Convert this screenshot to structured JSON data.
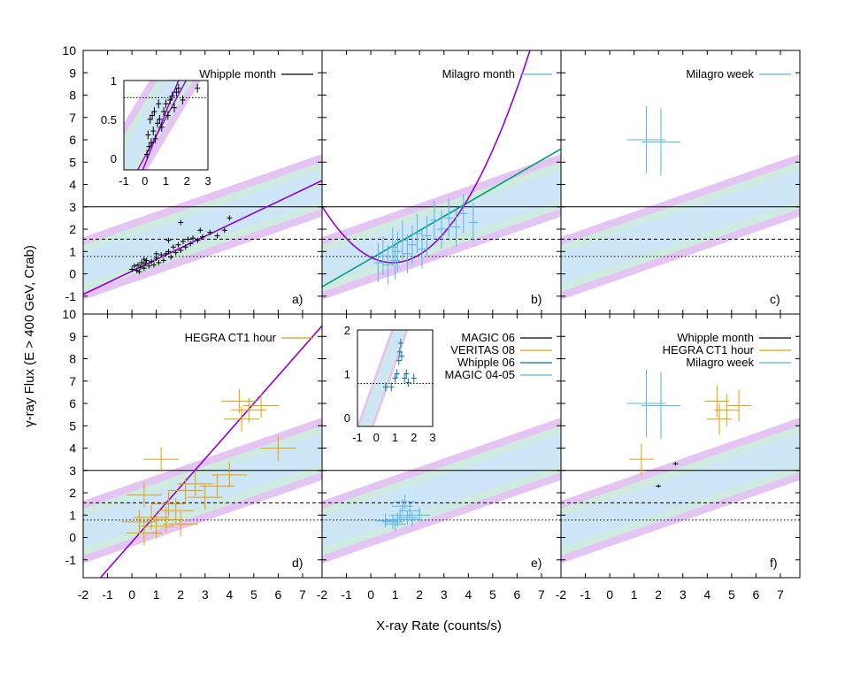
{
  "figure": {
    "ylabel": "γ-ray Flux (E > 400 GeV, Crab)",
    "xlabel": "X-ray Rate (counts/s)",
    "x_ticks": [
      "-2",
      "-1",
      "0",
      "1",
      "2",
      "3",
      "4",
      "5",
      "6",
      "7"
    ],
    "y_ticks_top": [
      "-1",
      "0",
      "1",
      "2",
      "3",
      "4",
      "5",
      "6",
      "7",
      "8",
      "9",
      "10"
    ],
    "y_ticks_bottom": [
      "-1",
      "0",
      "1",
      "2",
      "3",
      "4",
      "5",
      "6",
      "7",
      "8",
      "9",
      "10"
    ],
    "inset_a": {
      "x_ticks": [
        "-1",
        "0",
        "1",
        "2",
        "3"
      ],
      "y_ticks": [
        "0",
        "0.5",
        "1"
      ]
    },
    "inset_e": {
      "x_ticks": [
        "-1",
        "0",
        "1",
        "2",
        "3"
      ],
      "y_ticks": [
        "0",
        "1",
        "2"
      ]
    }
  },
  "colors": {
    "purple": "#9400d3",
    "green": "#009e73",
    "cyan": "#56b4e9",
    "orange": "#e69f00",
    "band_outer": "#e4c4f2",
    "band_mid": "#cfeadf",
    "band_inner": "#cde6f7"
  },
  "chart_data": [
    {
      "panel": "a)",
      "type": "scatter",
      "xlim": [
        -2,
        7.8
      ],
      "ylim": [
        -1.8,
        10
      ],
      "hlines": [
        3.0,
        1.55,
        0.78
      ],
      "legend": [
        {
          "label": "Whipple month",
          "color": "#000000"
        }
      ],
      "fit_line": {
        "type": "linear",
        "slope": 0.52,
        "intercept": 0.12,
        "color": "#9400d3"
      },
      "points": [
        [
          0,
          0.2
        ],
        [
          0.1,
          0.35
        ],
        [
          0.2,
          0.15
        ],
        [
          0.25,
          0.4
        ],
        [
          0.35,
          0.3
        ],
        [
          0.4,
          0.5
        ],
        [
          0.5,
          0.25
        ],
        [
          0.55,
          0.45
        ],
        [
          0.6,
          0.6
        ],
        [
          0.7,
          0.35
        ],
        [
          0.8,
          0.55
        ],
        [
          0.9,
          0.4
        ],
        [
          1.0,
          0.7
        ],
        [
          1.1,
          0.5
        ],
        [
          1.2,
          0.85
        ],
        [
          1.3,
          0.6
        ],
        [
          1.4,
          0.9
        ],
        [
          1.5,
          1.0
        ],
        [
          1.6,
          0.75
        ],
        [
          1.7,
          1.2
        ],
        [
          1.8,
          0.95
        ],
        [
          1.9,
          1.3
        ],
        [
          2.0,
          1.05
        ],
        [
          2.1,
          1.45
        ],
        [
          2.2,
          1.2
        ],
        [
          2.3,
          1.55
        ],
        [
          2.4,
          1.35
        ],
        [
          2.5,
          1.6
        ],
        [
          2.7,
          1.5
        ],
        [
          2.9,
          1.65
        ],
        [
          3.2,
          1.85
        ],
        [
          3.5,
          1.7
        ],
        [
          3.8,
          1.95
        ],
        [
          4.0,
          2.5
        ],
        [
          2.0,
          2.3
        ],
        [
          1.5,
          1.5
        ],
        [
          0.5,
          0.65
        ],
        [
          0.3,
          0.1
        ],
        [
          1.0,
          0.9
        ],
        [
          2.8,
          1.95
        ]
      ],
      "inset": {
        "xlim": [
          -1,
          3
        ],
        "ylim": [
          -0.15,
          1
        ],
        "hline": 0.78,
        "fit_line": {
          "slope": 0.5,
          "intercept": 0.02
        },
        "points": [
          [
            0.1,
            0.05
          ],
          [
            0.2,
            0.15
          ],
          [
            0.3,
            0.2
          ],
          [
            0.4,
            0.35
          ],
          [
            0.5,
            0.25
          ],
          [
            0.6,
            0.45
          ],
          [
            0.7,
            0.5
          ],
          [
            0.8,
            0.4
          ],
          [
            0.9,
            0.6
          ],
          [
            1.0,
            0.7
          ],
          [
            1.1,
            0.55
          ],
          [
            1.2,
            0.75
          ],
          [
            1.3,
            0.8
          ],
          [
            1.4,
            0.65
          ],
          [
            1.5,
            0.85
          ],
          [
            1.6,
            0.9
          ],
          [
            0.25,
            0.5
          ],
          [
            0.45,
            0.6
          ],
          [
            0.65,
            0.7
          ],
          [
            1.8,
            0.75
          ],
          [
            2.5,
            0.9
          ],
          [
            0.15,
            0.3
          ],
          [
            0.35,
            0.55
          ]
        ]
      }
    },
    {
      "panel": "b)",
      "type": "scatter",
      "xlim": [
        -2,
        7.8
      ],
      "ylim": [
        -1.8,
        10
      ],
      "hlines": [
        3.0,
        1.55,
        0.78
      ],
      "legend": [
        {
          "label": "Milagro month",
          "color": "#56b4e9"
        }
      ],
      "fit_line": {
        "type": "linear",
        "slope": 0.63,
        "intercept": 0.68,
        "color": "#009e73"
      },
      "fit_curve": {
        "type": "quadratic",
        "a": 0.3,
        "vertex_x": 0.9,
        "vertex_y": 0.5,
        "color": "#9400d3"
      },
      "points": [
        [
          0.3,
          0.5
        ],
        [
          0.5,
          0.8
        ],
        [
          0.7,
          0.4
        ],
        [
          0.9,
          1.2
        ],
        [
          1.0,
          0.6
        ],
        [
          1.1,
          1.0
        ],
        [
          1.3,
          1.5
        ],
        [
          1.5,
          0.9
        ],
        [
          1.7,
          1.3
        ],
        [
          1.9,
          1.8
        ],
        [
          2.1,
          1.1
        ],
        [
          2.3,
          1.7
        ],
        [
          2.6,
          2.4
        ],
        [
          2.9,
          2.0
        ],
        [
          3.2,
          2.5
        ],
        [
          3.5,
          2.1
        ],
        [
          3.8,
          2.7
        ],
        [
          4.2,
          2.3
        ]
      ]
    },
    {
      "panel": "c)",
      "type": "scatter",
      "xlim": [
        -2,
        7.8
      ],
      "ylim": [
        -1.8,
        10
      ],
      "hlines": [
        3.0,
        1.55,
        0.78
      ],
      "legend": [
        {
          "label": "Milagro week",
          "color": "#56b4e9"
        }
      ],
      "points": [
        [
          1.5,
          6.0
        ],
        [
          2.1,
          5.9
        ]
      ]
    },
    {
      "panel": "d)",
      "type": "scatter",
      "xlim": [
        -2,
        7.8
      ],
      "ylim": [
        -1.8,
        10
      ],
      "hlines": [
        3.0,
        1.55,
        0.78
      ],
      "legend": [
        {
          "label": "HEGRA CT1 hour",
          "color": "#e69f00"
        }
      ],
      "fit_line": {
        "type": "linear",
        "slope": 1.24,
        "intercept": -0.2,
        "color": "#9400d3"
      },
      "points": [
        [
          0.5,
          1.9
        ],
        [
          1.2,
          3.5
        ],
        [
          4.4,
          6.1
        ],
        [
          4.5,
          5.3
        ],
        [
          4.8,
          5.7
        ],
        [
          5.3,
          5.9
        ],
        [
          6.0,
          4.0
        ],
        [
          4.0,
          2.8
        ],
        [
          3.5,
          2.3
        ],
        [
          2.2,
          2.1
        ],
        [
          1.5,
          1.5
        ],
        [
          0.8,
          0.9
        ],
        [
          1.0,
          0.5
        ],
        [
          0.5,
          0.2
        ],
        [
          1.4,
          0.8
        ],
        [
          2.0,
          0.6
        ],
        [
          3.0,
          1.8
        ],
        [
          2.6,
          2.4
        ],
        [
          0.3,
          0.7
        ],
        [
          1.8,
          1.2
        ]
      ]
    },
    {
      "panel": "e)",
      "type": "scatter",
      "xlim": [
        -2,
        7.8
      ],
      "ylim": [
        -1.8,
        10
      ],
      "hlines": [
        3.0,
        1.55,
        0.78
      ],
      "legend": [
        {
          "label": "MAGIC 06",
          "color": "#000000"
        },
        {
          "label": "VERITAS 08",
          "color": "#e69f00"
        },
        {
          "label": "Whipple 06",
          "color": "#0072b2"
        },
        {
          "label": "MAGIC 04-05",
          "color": "#56b4e9"
        }
      ],
      "points": [
        [
          1.0,
          0.6
        ],
        [
          1.1,
          0.8
        ],
        [
          1.2,
          1.0
        ],
        [
          1.3,
          1.4
        ],
        [
          1.4,
          1.6
        ],
        [
          0.9,
          0.7
        ],
        [
          1.5,
          0.9
        ],
        [
          1.7,
          0.8
        ],
        [
          2.0,
          1.0
        ],
        [
          0.6,
          0.75
        ],
        [
          1.6,
          1.2
        ]
      ],
      "inset": {
        "xlim": [
          -1,
          3
        ],
        "ylim": [
          -0.2,
          2
        ],
        "hline": 0.78,
        "points": [
          [
            0.8,
            0.7
          ],
          [
            1.0,
            0.9
          ],
          [
            1.1,
            1.0
          ],
          [
            1.2,
            1.3
          ],
          [
            1.25,
            1.5
          ],
          [
            1.3,
            1.7
          ],
          [
            1.35,
            1.4
          ],
          [
            1.5,
            0.9
          ],
          [
            1.7,
            0.8
          ],
          [
            2.0,
            0.9
          ],
          [
            0.5,
            0.7
          ],
          [
            1.6,
            1.0
          ]
        ]
      }
    },
    {
      "panel": "f)",
      "type": "scatter",
      "xlim": [
        -2,
        7.8
      ],
      "ylim": [
        -1.8,
        10
      ],
      "hlines": [
        3.0,
        1.55,
        0.78
      ],
      "legend": [
        {
          "label": "Whipple month",
          "color": "#000000"
        },
        {
          "label": "HEGRA CT1 hour",
          "color": "#e69f00"
        },
        {
          "label": "Milagro week",
          "color": "#56b4e9"
        }
      ],
      "points_whipple": [
        [
          2.7,
          3.3
        ],
        [
          2.0,
          2.3
        ]
      ],
      "points_hegra": [
        [
          1.3,
          3.5
        ],
        [
          4.4,
          6.1
        ],
        [
          4.5,
          5.3
        ],
        [
          4.8,
          5.7
        ],
        [
          5.3,
          5.9
        ]
      ],
      "points_milagro": [
        [
          1.5,
          6.0
        ],
        [
          2.1,
          5.9
        ]
      ]
    }
  ]
}
